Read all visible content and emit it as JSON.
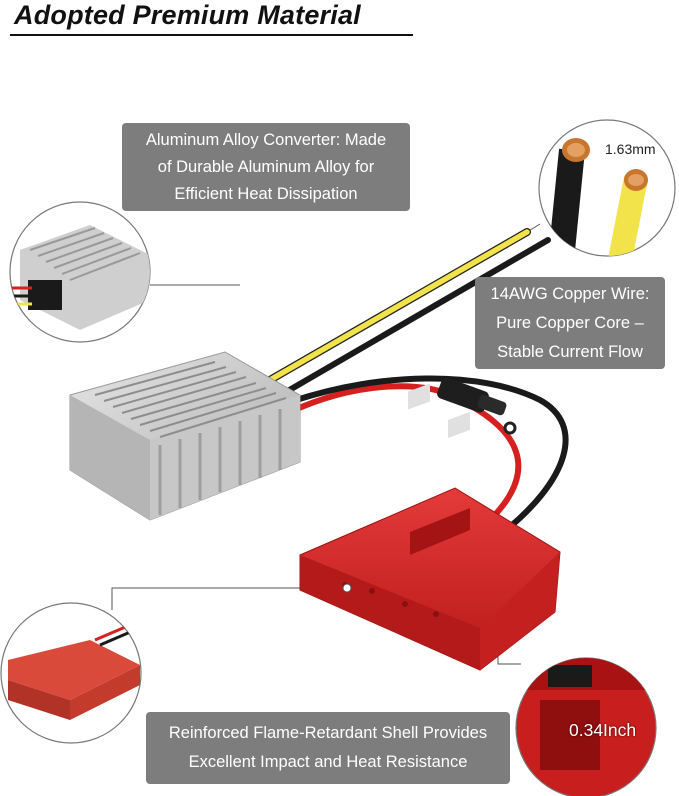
{
  "title": "Adopted Premium Material",
  "callouts": {
    "converter": {
      "lines": [
        "Aluminum Alloy Converter: Made",
        "of Durable Aluminum Alloy for",
        "Efficient Heat Dissipation"
      ]
    },
    "wire": {
      "lines": [
        "14AWG Copper Wire:",
        "Pure Copper Core –",
        "Stable Current Flow"
      ]
    },
    "shell": {
      "lines": [
        "Reinforced Flame-Retardant Shell Provides",
        "Excellent Impact and Heat Resistance"
      ]
    }
  },
  "labels": {
    "wire_diameter": "1.63mm",
    "shell_thickness": "0.34Inch"
  },
  "colors": {
    "callout_bg": "#7d7d7d",
    "shell_red": "#d42a2a",
    "aluminum": "#c9c9c9",
    "wire_yellow": "#f2e34a",
    "wire_black": "#1a1a1a",
    "wire_red": "#d61f1f",
    "copper": "#c8752e"
  }
}
